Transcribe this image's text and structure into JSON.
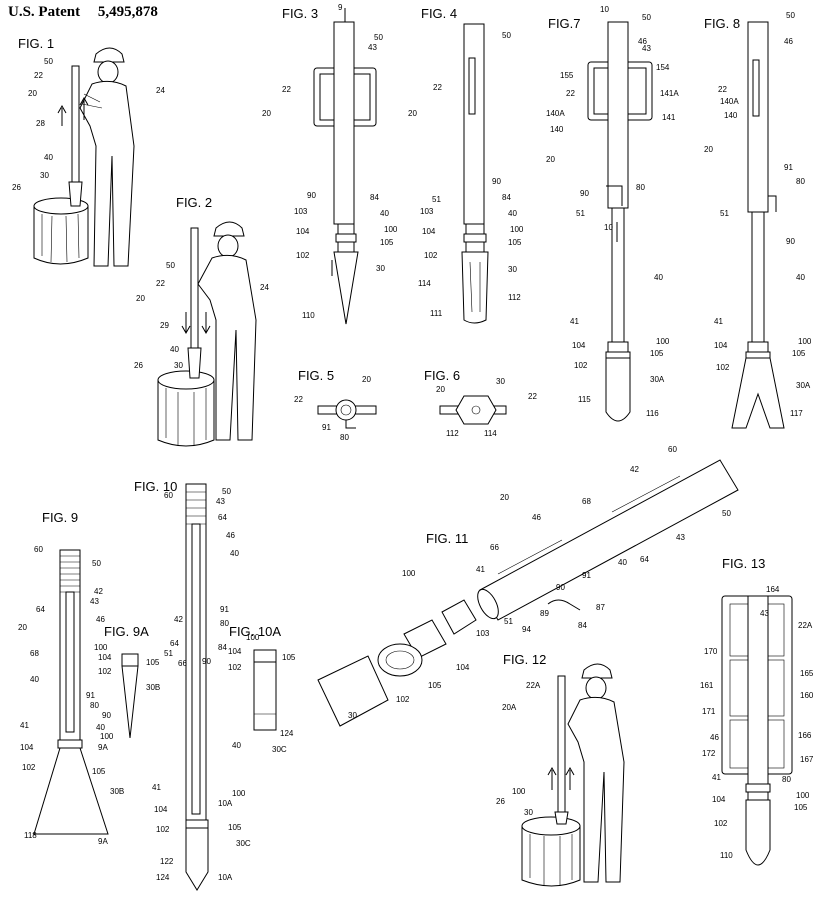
{
  "header": {
    "label": "U.S. Patent",
    "number": "5,495,878"
  },
  "figures": {
    "f1": "FIG. 1",
    "f2": "FIG. 2",
    "f3": "FIG. 3",
    "f4": "FIG. 4",
    "f5": "FIG. 5",
    "f6": "FIG. 6",
    "f7": "FIG.7",
    "f8": "FIG. 8",
    "f9": "FIG. 9",
    "f9a": "FIG. 9A",
    "f10": "FIG. 10",
    "f10a": "FIG. 10A",
    "f11": "FIG. 11",
    "f12": "FIG. 12",
    "f13": "FIG. 13"
  },
  "refs": {
    "r50": "50",
    "r22": "22",
    "r20": "20",
    "r28": "28",
    "r24": "24",
    "r40": "40",
    "r30": "30",
    "r26": "26",
    "r29": "29",
    "r43": "43",
    "r90": "90",
    "r84": "84",
    "r103": "103",
    "r100": "100",
    "r104": "104",
    "r105": "105",
    "r102": "102",
    "r110": "110",
    "r9": "9",
    "r51": "51",
    "r114": "114",
    "r112": "112",
    "r111": "111",
    "r91": "91",
    "r80": "80",
    "r10": "10",
    "r46": "46",
    "r155": "155",
    "r154": "154",
    "r141A": "141A",
    "r140A": "140A",
    "r140": "140",
    "r141": "141",
    "r41": "41",
    "r30A": "30A",
    "r115": "115",
    "r116": "116",
    "r117": "117",
    "r60": "60",
    "r42": "42",
    "r64": "64",
    "r68": "68",
    "r9A": "9A",
    "r30B": "30B",
    "r118": "118",
    "r66": "66",
    "r10A": "10A",
    "r30C": "30C",
    "r124": "124",
    "r122": "122",
    "r87": "87",
    "r89": "89",
    "r94": "94",
    "r22A": "22A",
    "r20A": "20A",
    "r164": "164",
    "r170": "170",
    "r161": "161",
    "r165": "165",
    "r160": "160",
    "r171": "171",
    "r166": "166",
    "r172": "172",
    "r167": "167"
  }
}
